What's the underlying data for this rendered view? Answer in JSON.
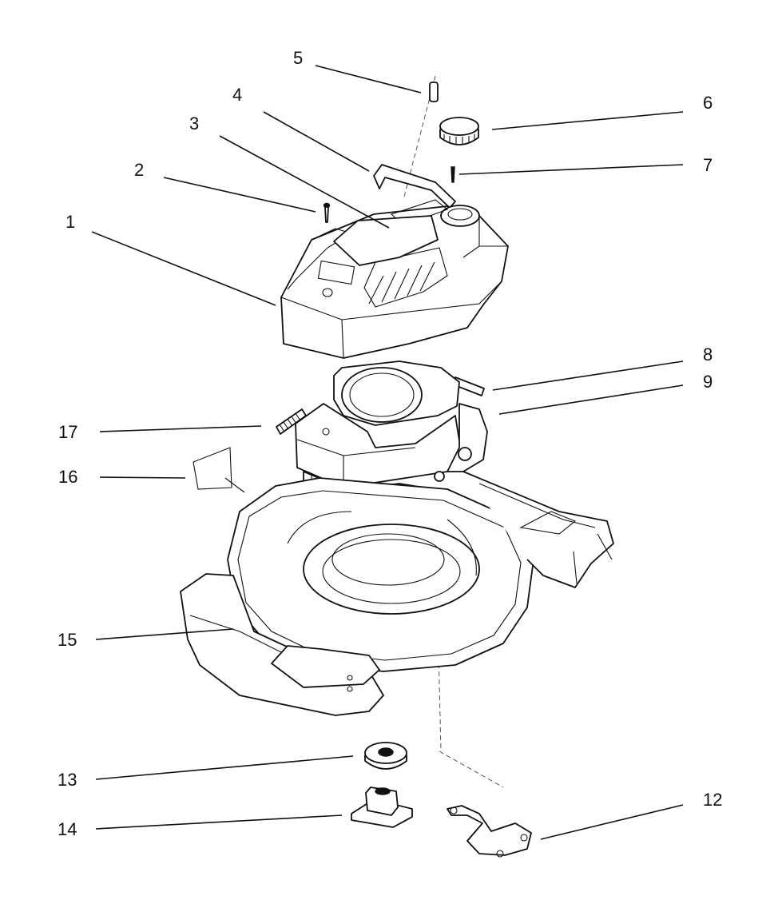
{
  "callouts": {
    "c1": "1",
    "c2": "2",
    "c3": "3",
    "c4": "4",
    "c5": "5",
    "c6": "6",
    "c7": "7",
    "c8": "8",
    "c9": "9",
    "c12": "12",
    "c13": "13",
    "c14": "14",
    "c15": "15",
    "c16": "16",
    "c17": "17"
  }
}
